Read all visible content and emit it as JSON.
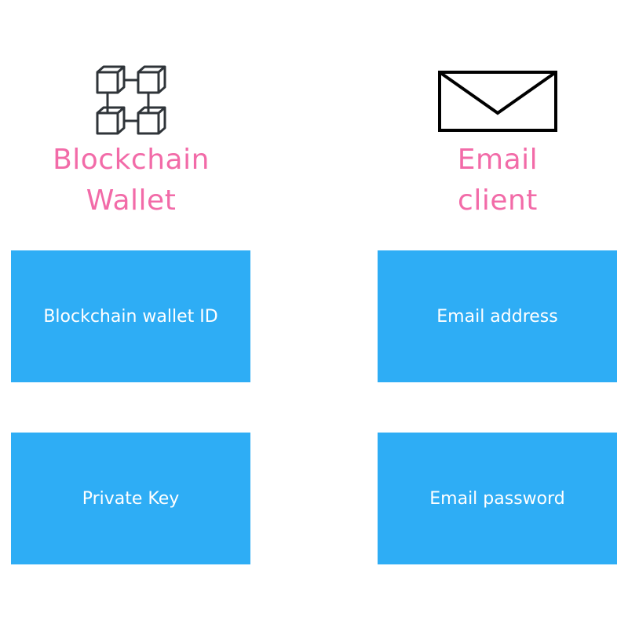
{
  "colors": {
    "title": "#f26ba8",
    "box": "#2eadf5",
    "box_text": "#ffffff",
    "icon_stroke": "#2f3439"
  },
  "left_column": {
    "icon": "blockchain-icon",
    "title_line1": "Blockchain",
    "title_line2": "Wallet",
    "boxes": [
      {
        "label": "Blockchain wallet ID"
      },
      {
        "label": "Private Key"
      }
    ]
  },
  "right_column": {
    "icon": "envelope-icon",
    "title_line1": "Email",
    "title_line2": "client",
    "boxes": [
      {
        "label": "Email address"
      },
      {
        "label": "Email password"
      }
    ]
  }
}
